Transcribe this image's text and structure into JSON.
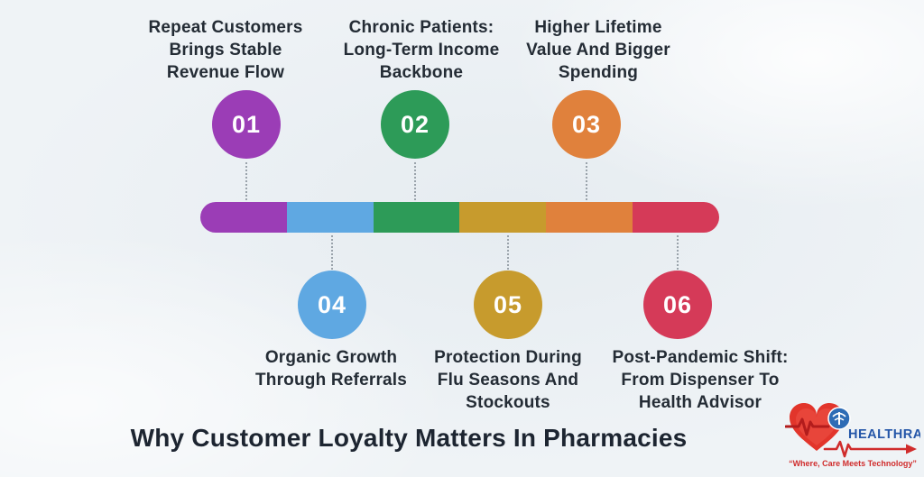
{
  "title": "Why Customer Loyalty Matters In Pharmacies",
  "steps": [
    {
      "number": "01",
      "color": "#9b3db6",
      "lines": [
        "Repeat Customers",
        "Brings Stable",
        "Revenue Flow"
      ]
    },
    {
      "number": "02",
      "color": "#2d9b58",
      "lines": [
        "Chronic Patients:",
        "Long-Term Income",
        "Backbone"
      ]
    },
    {
      "number": "03",
      "color": "#e0813c",
      "lines": [
        "Higher Lifetime",
        "Value And Bigger",
        "Spending"
      ]
    },
    {
      "number": "04",
      "color": "#5fa8e2",
      "lines": [
        "Organic Growth",
        "Through Referrals"
      ]
    },
    {
      "number": "05",
      "color": "#c79b2d",
      "lines": [
        "Protection During",
        "Flu Seasons And",
        "Stockouts"
      ]
    },
    {
      "number": "06",
      "color": "#d53a58",
      "lines": [
        "Post-Pandemic Shift:",
        "From Dispenser To",
        "Health Advisor"
      ]
    }
  ],
  "timeline": {
    "segment_colors": [
      "#9b3db6",
      "#5fa8e2",
      "#2d9b58",
      "#c79b2d",
      "#e0813c",
      "#d53a58"
    ]
  },
  "logo": {
    "brand": "HEALTHRAY",
    "tagline": "“Where, Care Meets Technology”",
    "heart_color": "#e2352b",
    "ecg_color": "#b31c1c",
    "brand_color": "#2456a8",
    "circle_color": "#2e6cb5"
  }
}
